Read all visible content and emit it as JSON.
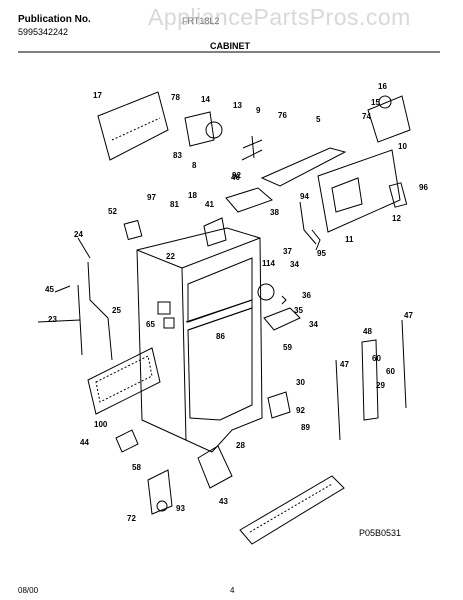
{
  "header": {
    "publication_label": "Publication No.",
    "publication_number": "5995342242",
    "model": "FRT18L2",
    "section_title": "CABINET"
  },
  "watermark": "AppliancePartsPros.com",
  "diagram_code": "P05B0531",
  "footer": {
    "date": "08/00",
    "page": "4"
  },
  "callouts": [
    "17",
    "78",
    "14",
    "13",
    "9",
    "76",
    "5",
    "16",
    "15",
    "74",
    "10",
    "83",
    "8",
    "92",
    "40",
    "94",
    "96",
    "12",
    "11",
    "95",
    "97",
    "81",
    "18",
    "41",
    "38",
    "52",
    "24",
    "37",
    "22",
    "114",
    "34",
    "45",
    "36",
    "25",
    "35",
    "65",
    "86",
    "34",
    "23",
    "59",
    "48",
    "47",
    "47",
    "60",
    "60",
    "29",
    "30",
    "92",
    "89",
    "44",
    "100",
    "28",
    "58",
    "93",
    "43",
    "72"
  ]
}
